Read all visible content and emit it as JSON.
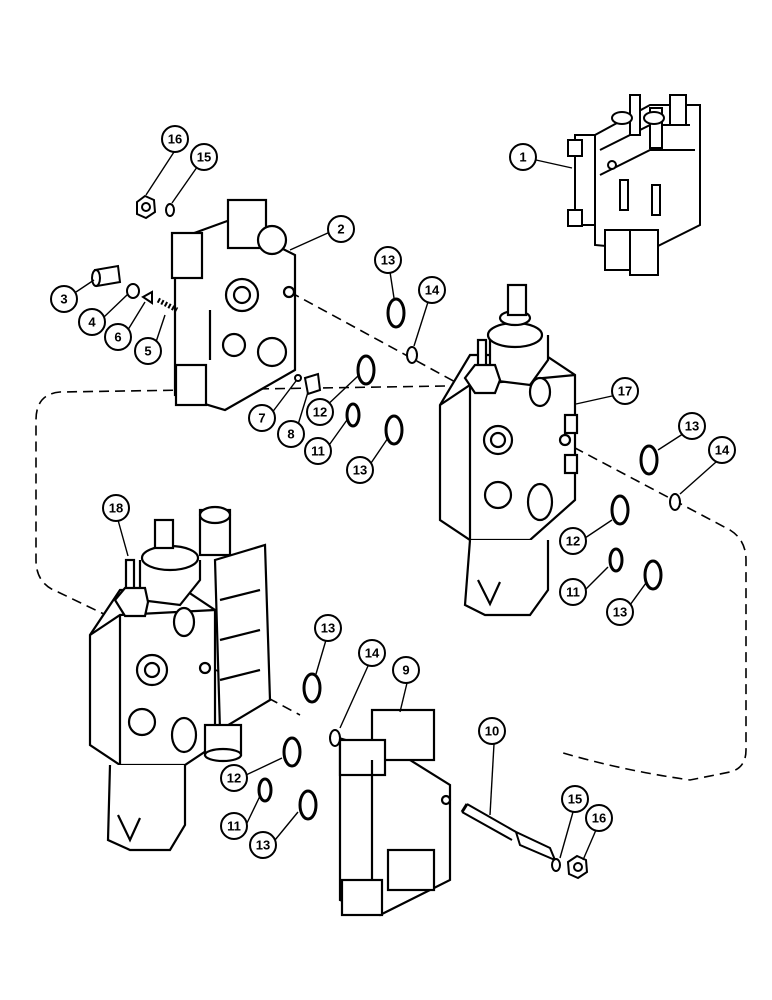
{
  "callouts": [
    "1",
    "2",
    "3",
    "4",
    "5",
    "6",
    "7",
    "8",
    "9",
    "10",
    "11",
    "12",
    "13",
    "14",
    "15",
    "16",
    "17",
    "18"
  ],
  "diagram": {
    "type": "exploded parts view",
    "subject": "hydraulic control valve assembly",
    "colors": {
      "ink": "#000000",
      "paper": "#ffffff"
    }
  }
}
